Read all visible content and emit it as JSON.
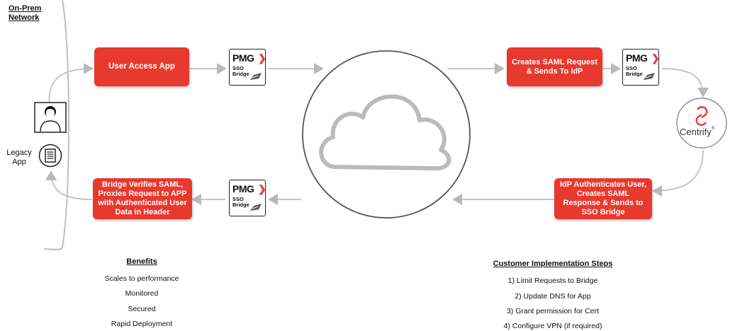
{
  "network": {
    "title_line1": "On-Prem",
    "title_line2": "Network"
  },
  "legacy_app": {
    "line1": "Legacy",
    "line2": "App"
  },
  "boxes": {
    "user_access": "User Access App",
    "create_saml_line1": "Creates SAML Request",
    "create_saml_line2": "& Sends To IdP",
    "idp_auth_line1": "IdP Authenticates User,",
    "idp_auth_line2": "Creates SAML",
    "idp_auth_line3": "Response & Sends to",
    "idp_auth_line4": "SSO Bridge",
    "bridge_verify_line1": "Bridge Verifies SAML,",
    "bridge_verify_line2": "Proxies Request to APP",
    "bridge_verify_line3": "with Authenticated User",
    "bridge_verify_line4": "Data in Header"
  },
  "pmg": {
    "logo": "PMG",
    "chevron": "❯",
    "sub_line1": "SSO",
    "sub_line2": "Bridge"
  },
  "centrify": {
    "name": "Centrify",
    "mark": "®"
  },
  "benefits": {
    "heading": "Benefits",
    "items": [
      "Scales to performance",
      "Monitored",
      "Secured",
      "Rapid Deployment"
    ]
  },
  "steps": {
    "heading": "Customer Implementation Steps",
    "items": [
      "1) Limit Requests to Bridge",
      "2) Update DNS for App",
      "3) Grant permission for Cert",
      "4) Configure VPN (if required)"
    ]
  },
  "colors": {
    "accent_red": "#e8392f",
    "line_gray": "#c4c4c4"
  },
  "icons": [
    "user-icon",
    "legacy-app-icon",
    "cloud-icon",
    "centrify-logo-icon",
    "bridge-icon"
  ]
}
